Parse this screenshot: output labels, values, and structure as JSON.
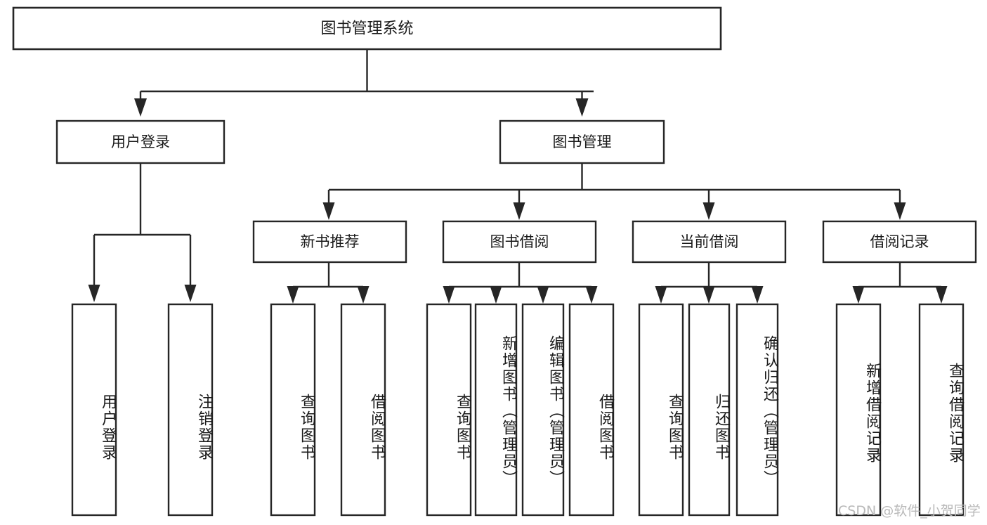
{
  "diagram": {
    "title": "图书管理系统",
    "type": "tree",
    "watermark": "CSDN @软件_小贺同学",
    "colors": {
      "stroke": "#262626",
      "fill": "#ffffff",
      "text": "#1a1a1a",
      "watermark": "#b9b9b9",
      "background": "#ffffff"
    },
    "root": {
      "id": "root",
      "label": "图书管理系统"
    },
    "level2": [
      {
        "id": "user-login",
        "label": "用户登录"
      },
      {
        "id": "book-manage",
        "label": "图书管理"
      }
    ],
    "level3": [
      {
        "id": "new-book-recommend",
        "label": "新书推荐"
      },
      {
        "id": "book-borrow",
        "label": "图书借阅"
      },
      {
        "id": "current-borrow",
        "label": "当前借阅"
      },
      {
        "id": "borrow-record",
        "label": "借阅记录"
      }
    ],
    "leaves": {
      "user_login": [
        {
          "id": "leaf-user-login",
          "label": "用户登录"
        },
        {
          "id": "leaf-logout-login",
          "label": "注销登录"
        }
      ],
      "new_book_recommend": [
        {
          "id": "leaf-query-book-1",
          "label": "查询图书"
        },
        {
          "id": "leaf-borrow-book-1",
          "label": "借阅图书"
        }
      ],
      "book_borrow": [
        {
          "id": "leaf-query-book-2",
          "label": "查询图书"
        },
        {
          "id": "leaf-add-book",
          "label": "新增图书（管理员）"
        },
        {
          "id": "leaf-edit-book",
          "label": "编辑图书（管理员）"
        },
        {
          "id": "leaf-borrow-book-2",
          "label": "借阅图书"
        }
      ],
      "current_borrow": [
        {
          "id": "leaf-query-book-3",
          "label": "查询图书"
        },
        {
          "id": "leaf-return-book",
          "label": "归还图书"
        },
        {
          "id": "leaf-confirm-return",
          "label": "确认归还（管理员）"
        }
      ],
      "borrow_record": [
        {
          "id": "leaf-add-record",
          "label": "新增借阅记录"
        },
        {
          "id": "leaf-query-record",
          "label": "查询借阅记录"
        }
      ]
    }
  }
}
